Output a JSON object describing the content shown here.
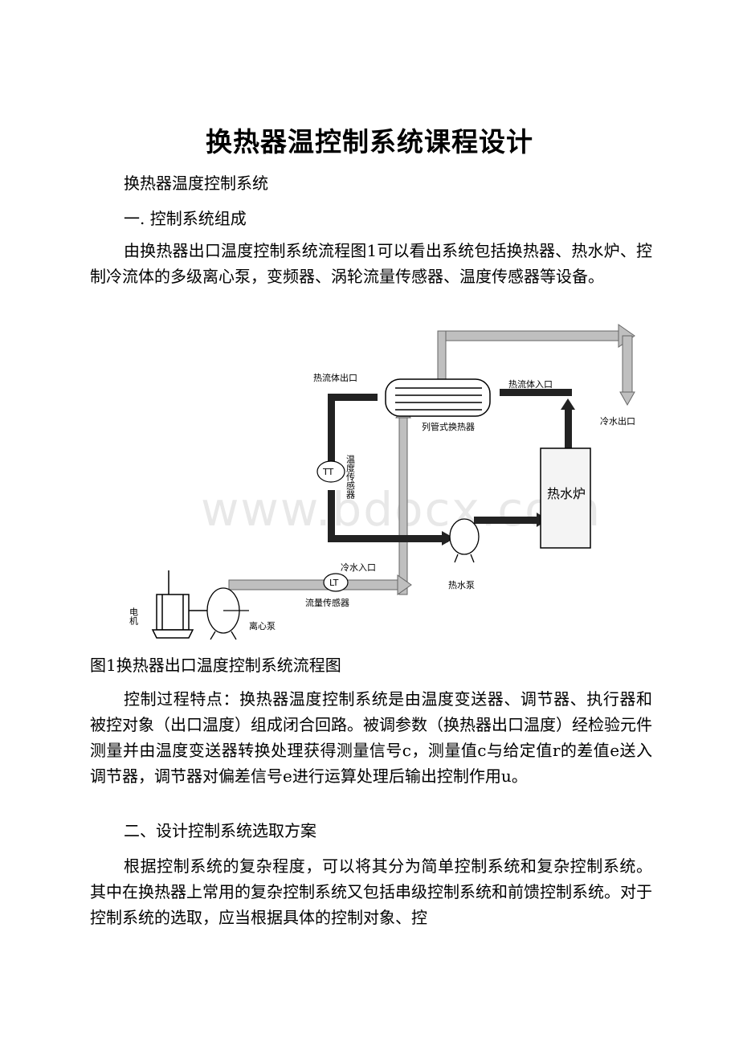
{
  "document": {
    "title": "换热器温控制系统课程设计",
    "subtitle": "换热器温度控制系统",
    "section1": "一. 控制系统组成",
    "para1": "由换热器出口温度控制系统流程图1可以看出系统包括换热器、热水炉、控制冷流体的多级离心泵，变频器、涡轮流量传感器、温度传感器等设备。",
    "figure_caption": "图1换热器出口温度控制系统流程图",
    "para2": "控制过程特点：换热器温度控制系统是由温度变送器、调节器、执行器和被控对象（出口温度）组成闭合回路。被调参数（换热器出口温度）经检验元件测量并由温度变送器转换处理获得测量信号c，测量值c与给定值r的差值e送入调节器，调节器对偏差信号e进行运算处理后输出控制作用u。",
    "section2": "二、设计控制系统选取方案",
    "para3": "根据控制系统的复杂程度，可以将其分为简单控制系统和复杂控制系统。其中在换热器上常用的复杂控制系统又包括串级控制系统和前馈控制系统。对于控制系统的选取，应当根据具体的控制对象、控"
  },
  "diagram": {
    "hot_outlet": "热流体出口",
    "hot_inlet": "热流体入口",
    "heat_exchanger": "列管式换热器",
    "cold_outlet": "冷水出口",
    "temp_sensor": "温度传感器",
    "tt": "TT",
    "boiler": "热水炉",
    "cold_inlet": "冷水入口",
    "lt": "LT",
    "flow_sensor": "流量传感器",
    "hot_pump": "热水泵",
    "motor": "电机",
    "centrifugal_pump": "离心泵"
  },
  "watermark": "www.bdocx.com"
}
